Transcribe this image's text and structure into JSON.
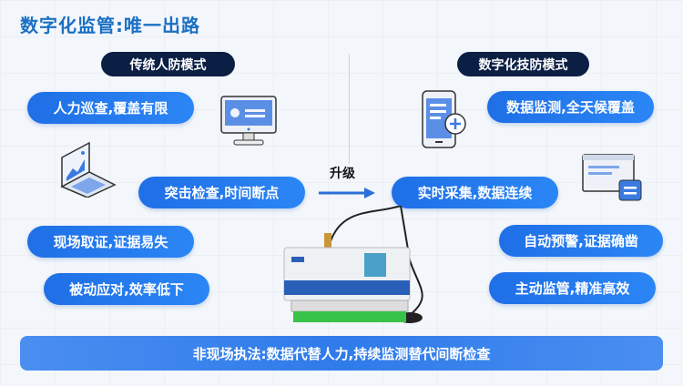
{
  "title": "数字化监管:唯一出路",
  "left": {
    "header": "传统人防模式",
    "items": [
      "人力巡查,覆盖有限",
      "突击检查,时间断点",
      "现场取证,证据易失",
      "被动应对,效率低下"
    ]
  },
  "right": {
    "header": "数字化技防模式",
    "items": [
      "数据监测,全天候覆盖",
      "实时采集,数据连续",
      "自动预警,证据确凿",
      "主动监管,精准高效"
    ]
  },
  "upgrade_label": "升级",
  "bottom_banner": "非现场执法:数据代替人力,持续监测替代间断检查",
  "colors": {
    "title": "#1a6fc4",
    "header_bg": "#0b1f45",
    "pill": "#2b86f5"
  }
}
